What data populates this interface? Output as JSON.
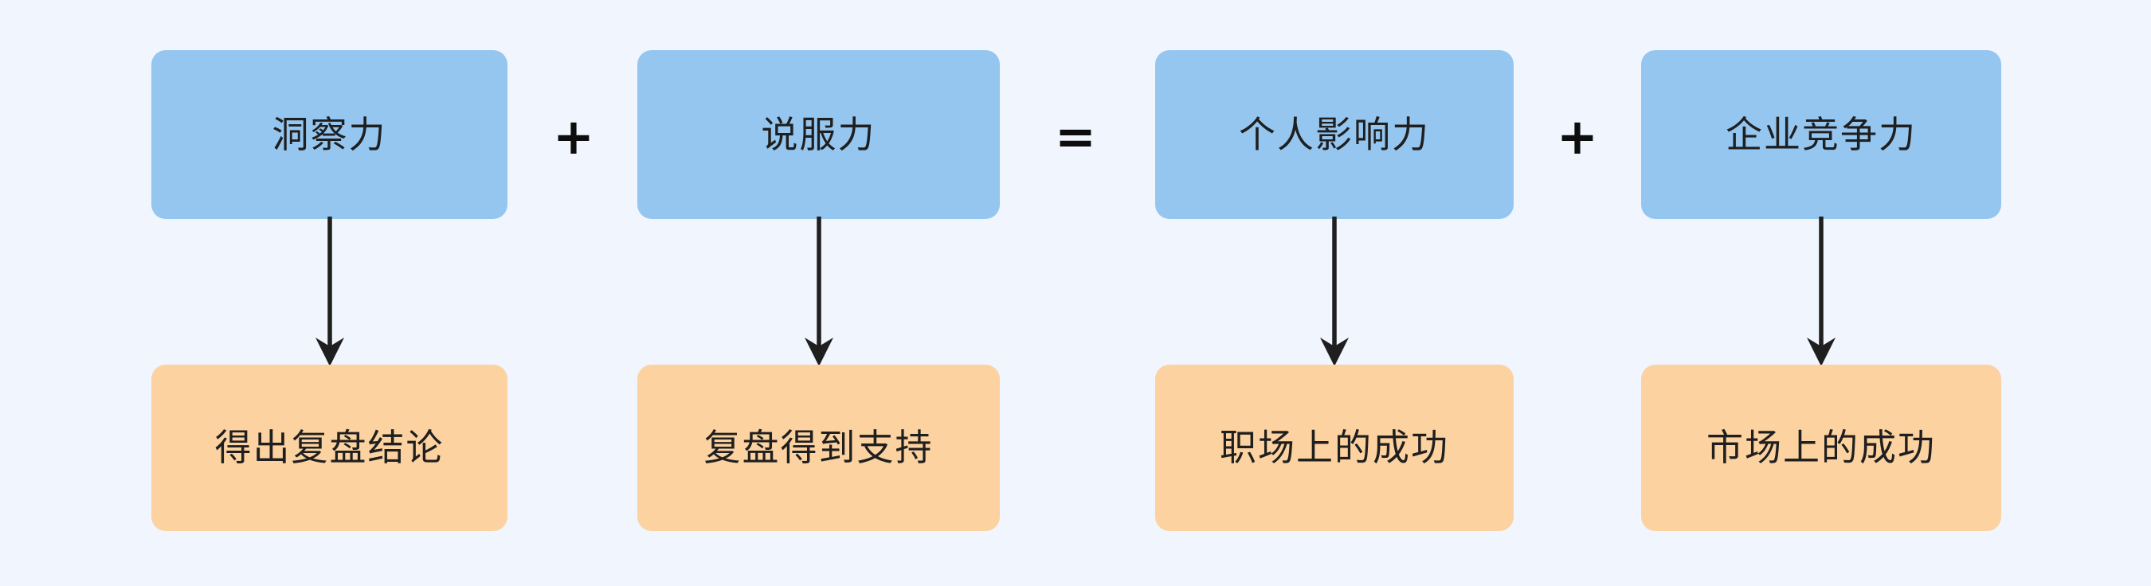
{
  "diagram": {
    "background_color": "#f0f5fe",
    "blue_color": "#94c6f0",
    "orange_color": "#fcd2a0",
    "arrow_color": "#1f1f1f",
    "columns": [
      {
        "capability": "洞察力",
        "outcome": "得出复盘结论",
        "arrow": "down-arrow-icon"
      },
      {
        "capability": "说服力",
        "outcome": "复盘得到支持",
        "arrow": "down-arrow-icon"
      },
      {
        "capability": "个人影响力",
        "outcome": "职场上的成功",
        "arrow": "down-arrow-icon"
      },
      {
        "capability": "企业竞争力",
        "outcome": "市场上的成功",
        "arrow": "down-arrow-icon"
      }
    ],
    "operators": {
      "plus_1": "+",
      "equals": "=",
      "plus_2": "+"
    }
  }
}
